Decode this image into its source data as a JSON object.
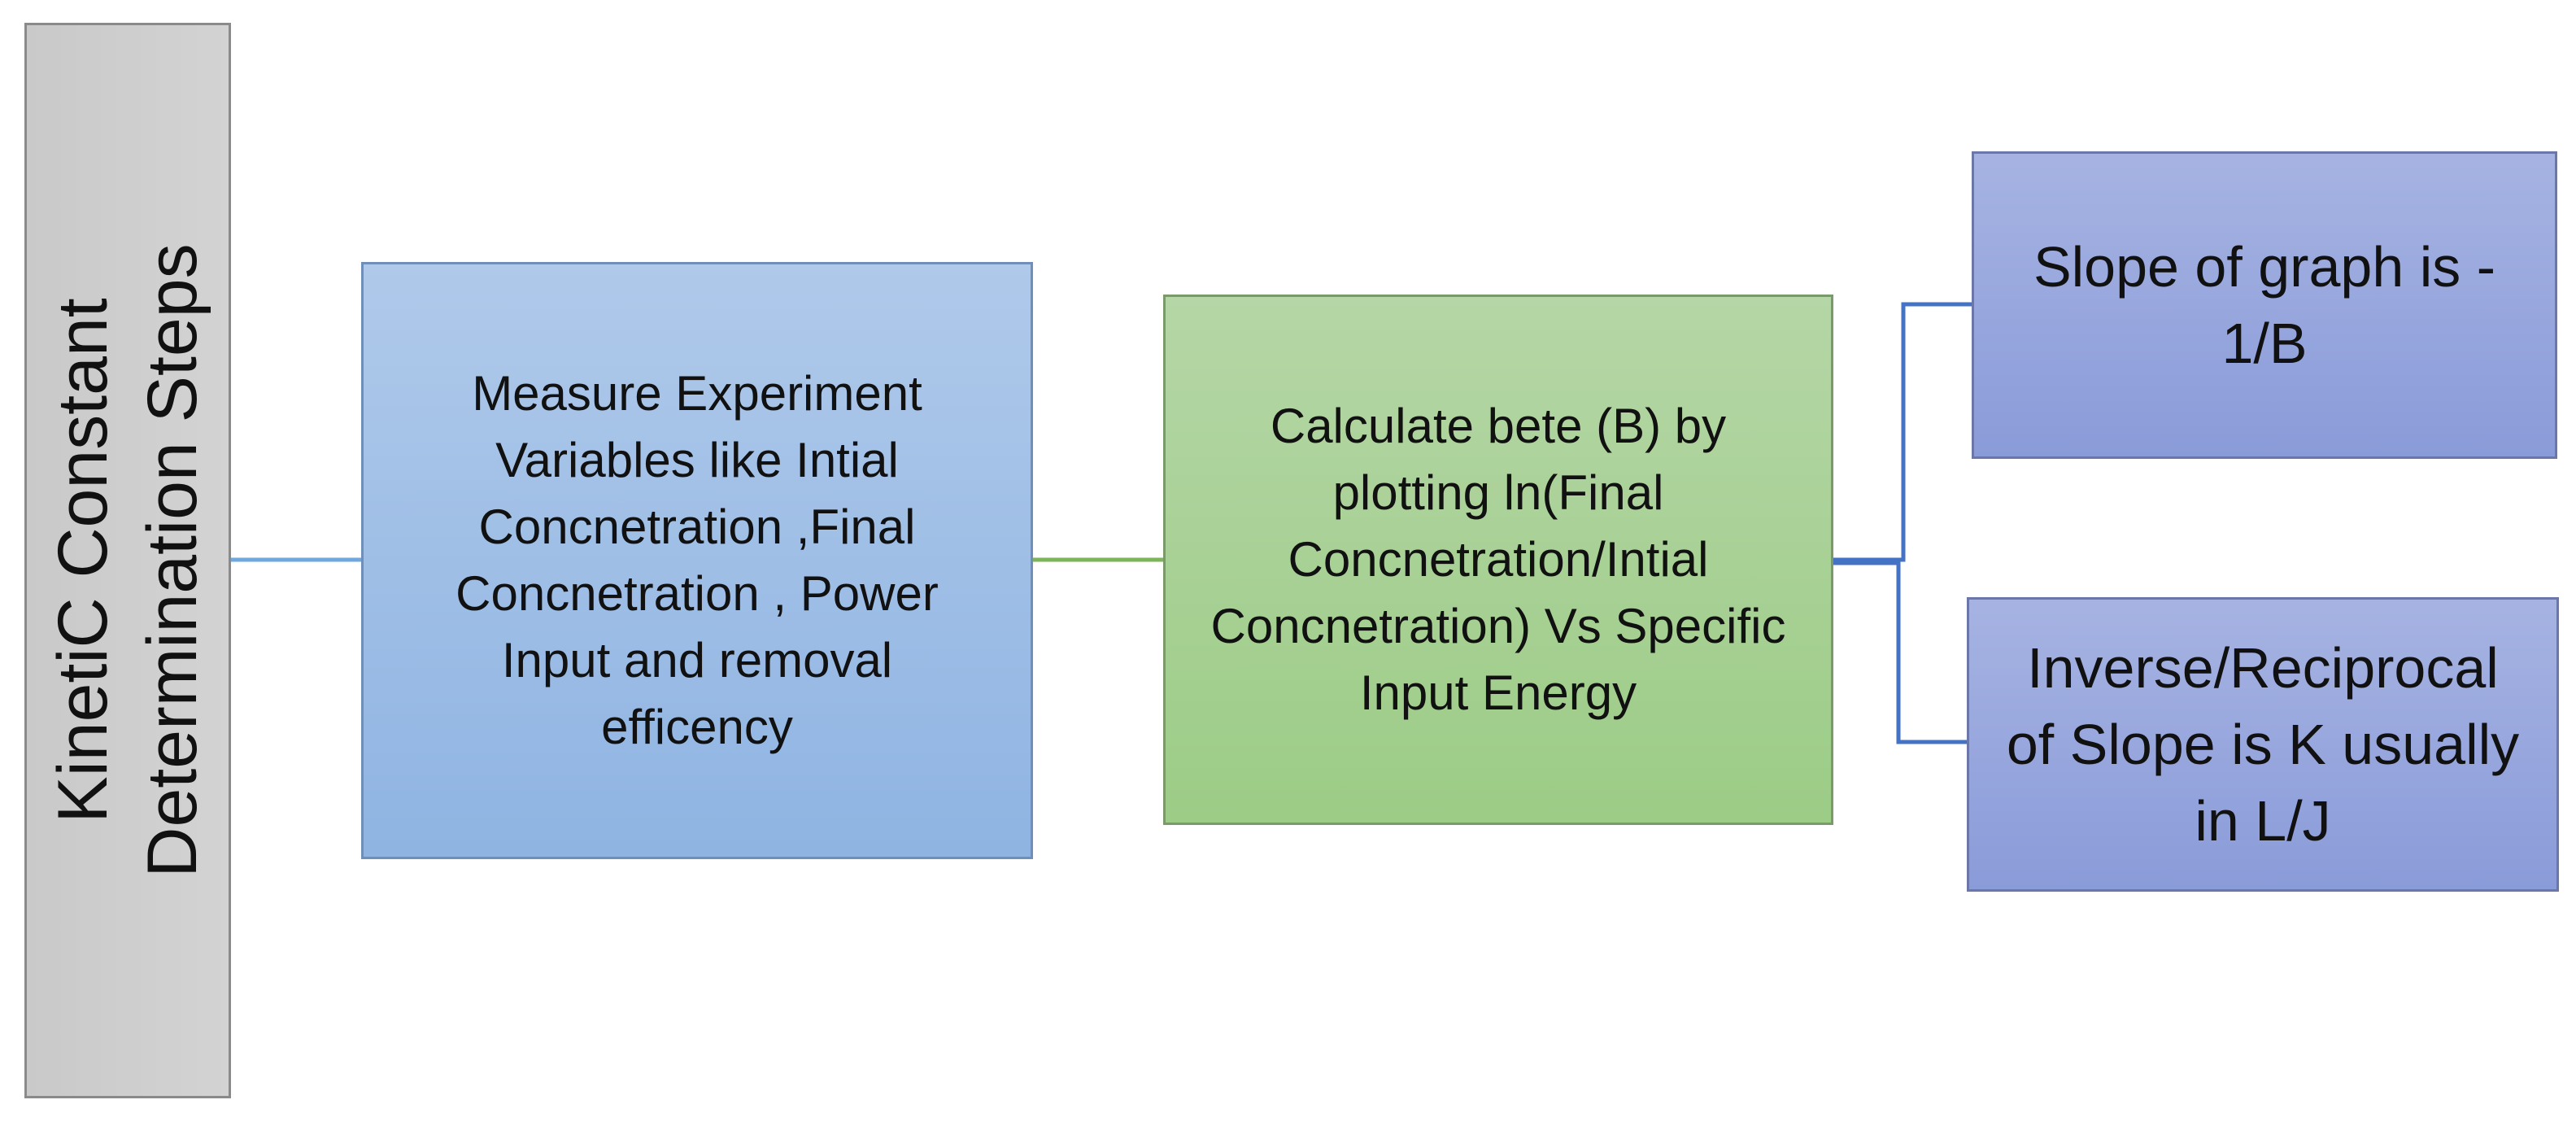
{
  "title": "KinetiC Constant\nDetermination  Steps",
  "step1": "Measure Experiment\nVariables like Intial\nConcnetration ,Final\nConcnetration , Power\nInput and removal\nefficency",
  "step2": "Calculate bete (B) by\nplotting ln(Final\nConcnetration/Intial\nConcnetration)  Vs Specific\nInput Energy",
  "results": [
    "Slope of graph is -\n1/B",
    "Inverse/Reciprocal\nof Slope is K usually\nin L/J"
  ],
  "colors": {
    "title_fill": "#cfcfcf",
    "step1_fill": "#9dbce6",
    "step2_fill": "#a8d193",
    "result_fill": "#94a4dc",
    "connector_blue_light": "#6fa8dc",
    "connector_green": "#7cb45a",
    "connector_blue": "#4472c4"
  }
}
